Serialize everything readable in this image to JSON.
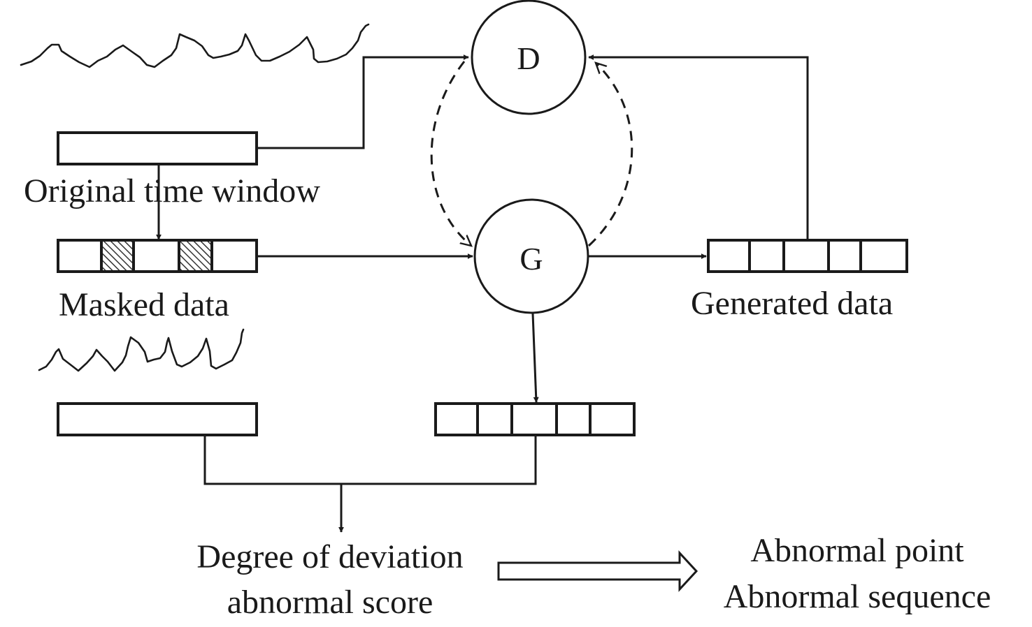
{
  "diagram": {
    "nodes": {
      "discriminator": "D",
      "generator": "G"
    },
    "labels": {
      "original_time_window": "Original time window",
      "masked_data": "Masked data",
      "generated_data": "Generated data",
      "deviation_line1": "Degree of deviation",
      "deviation_line2": "abnormal score",
      "output_line1": "Abnormal point",
      "output_line2": "Abnormal sequence"
    },
    "masked_data_segments": [
      "plain",
      "masked",
      "plain",
      "masked",
      "plain"
    ],
    "generated_data_segments": 5,
    "reconstructed_data_segments": 5
  }
}
